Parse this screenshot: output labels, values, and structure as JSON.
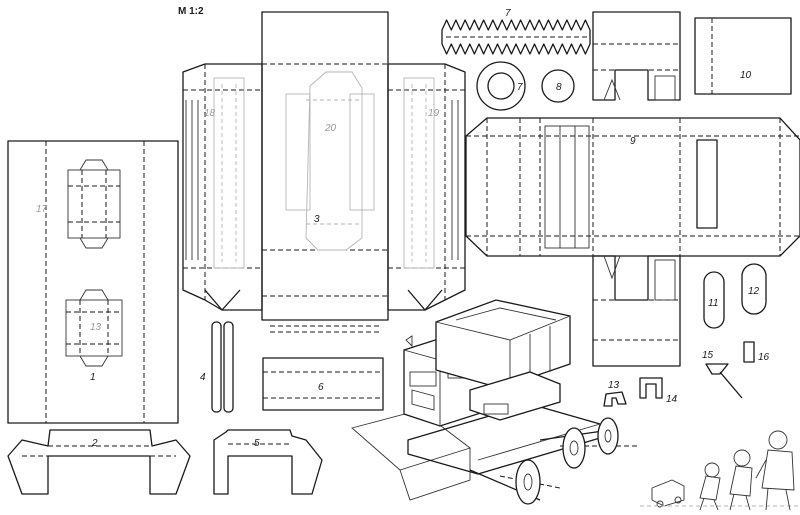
{
  "scale_label": "M 1:2",
  "part_numbers": {
    "p1": "1",
    "p2": "2",
    "p3": "3",
    "p4": "4",
    "p5": "5",
    "p6": "6",
    "p7": "7",
    "p7b": "7",
    "p8": "8",
    "p9": "9",
    "p10": "10",
    "p11": "11",
    "p12": "12",
    "p13": "13",
    "p14": "14",
    "p15": "15",
    "p16": "16",
    "p17": "17",
    "p18": "18",
    "p19": "19",
    "p20": "20"
  }
}
